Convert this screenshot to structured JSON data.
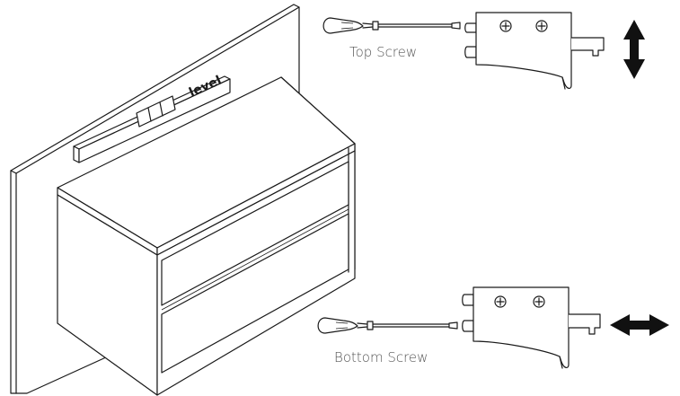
{
  "labels": {
    "top_screw": "Top Screw",
    "bottom_screw": "Bottom Screw",
    "level": "level"
  },
  "icons": {
    "top_arrow": "vertical-double-arrow-icon",
    "bottom_arrow": "horizontal-double-arrow-icon",
    "screwdriver": "screwdriver-icon",
    "screw": "cross-screw-icon"
  },
  "colors": {
    "line": "#1a1a1a",
    "label": "#555555",
    "background": "#ffffff"
  }
}
